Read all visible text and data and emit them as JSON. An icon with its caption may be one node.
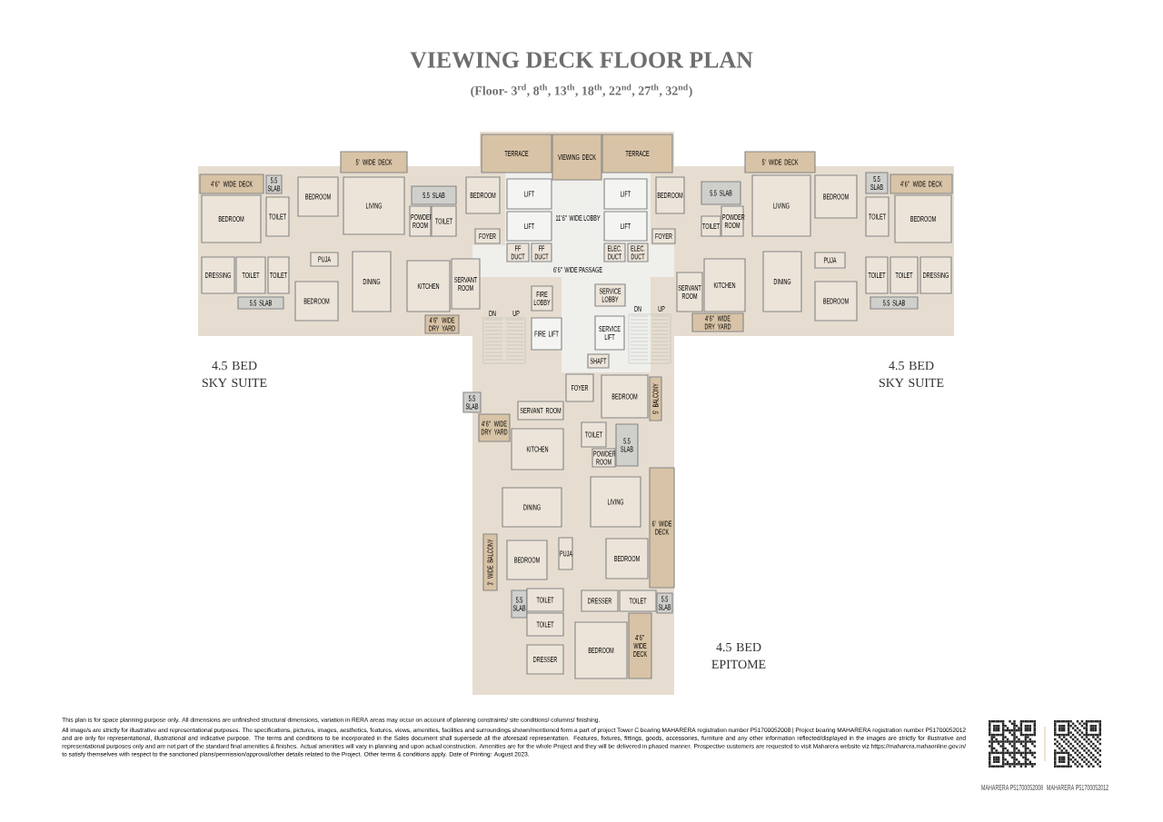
{
  "diagram": {
    "title": "VIEWING DECK FLOOR PLAN",
    "nodes": [
      {
        "text": [
          "4'6\" WIDE DECK"
        ]
      },
      {
        "text": [
          "BEDROOM"
        ]
      },
      {
        "text": [
          "5.5 SLAB"
        ]
      },
      {
        "text": [
          "TOILET"
        ]
      },
      {
        "text": [
          "BEDROOM"
        ]
      },
      {
        "text": [
          "5' WIDE DECK"
        ]
      },
      {
        "text": [
          "LIVING"
        ]
      },
      {
        "text": [
          "5.5 SLAB"
        ]
      },
      {
        "text": [
          "POWDER ROOM"
        ]
      },
      {
        "text": [
          "TOILET"
        ]
      },
      {
        "text": [
          "BEDROOM"
        ]
      },
      {
        "text": [
          "FOYER"
        ]
      },
      {
        "text": [
          "DRESSING"
        ]
      },
      {
        "text": [
          "TOILET"
        ]
      },
      {
        "text": [
          "TOILET"
        ]
      },
      {
        "text": [
          "5.5 SLAB"
        ]
      },
      {
        "text": [
          "PUJA"
        ]
      },
      {
        "text": [
          "BEDROOM"
        ]
      },
      {
        "text": [
          "DINING"
        ]
      },
      {
        "text": [
          "KITCHEN"
        ]
      },
      {
        "text": [
          "SERVANT ROOM"
        ]
      },
      {
        "text": [
          "4'6\" WIDE DRY YARD"
        ]
      },
      {
        "text": [
          "TERRACE"
        ]
      },
      {
        "text": [
          "VIEWING DECK"
        ]
      },
      {
        "text": [
          "TERRACE"
        ]
      },
      {
        "text": [
          "LIFT"
        ]
      },
      {
        "text": [
          "LIFT"
        ]
      },
      {
        "text": [
          "LIFT"
        ]
      },
      {
        "text": [
          "LIFT"
        ]
      },
      {
        "text": [
          "FF DUCT"
        ]
      },
      {
        "text": [
          "FF DUCT"
        ]
      },
      {
        "text": [
          "ELEC. DUCT"
        ]
      },
      {
        "text": [
          "ELEC. DUCT"
        ]
      },
      {
        "text": [
          "FIRE LOBBY"
        ]
      },
      {
        "text": [
          "SERVICE LOBBY"
        ]
      },
      {
        "text": [
          "FIRE LIFT"
        ]
      },
      {
        "text": [
          "SERVICE LIFT"
        ]
      },
      {
        "text": [
          "SHAFT"
        ]
      },
      {
        "text": [
          "5' WIDE DECK"
        ]
      },
      {
        "text": [
          "BEDROOM"
        ]
      },
      {
        "text": [
          "FOYER"
        ]
      },
      {
        "text": [
          "5.5 SLAB"
        ]
      },
      {
        "text": [
          "POWDER ROOM"
        ]
      },
      {
        "text": [
          "TOILET"
        ]
      },
      {
        "text": [
          "LIVING"
        ]
      },
      {
        "text": [
          "BEDROOM"
        ]
      },
      {
        "text": [
          "5.5 SLAB"
        ]
      },
      {
        "text": [
          "TOILET"
        ]
      },
      {
        "text": [
          "4'6\" WIDE DECK"
        ]
      },
      {
        "text": [
          "BEDROOM"
        ]
      },
      {
        "text": [
          "SERVANT ROOM"
        ]
      },
      {
        "text": [
          "KITCHEN"
        ]
      },
      {
        "text": [
          "DINING"
        ]
      },
      {
        "text": [
          "PUJA"
        ]
      },
      {
        "text": [
          "BEDROOM"
        ]
      },
      {
        "text": [
          "TOILET"
        ]
      },
      {
        "text": [
          "TOILET"
        ]
      },
      {
        "text": [
          "DRESSING"
        ]
      },
      {
        "text": [
          "4'6\" WIDE DRY YARD"
        ]
      },
      {
        "text": [
          "5.5 SLAB"
        ]
      },
      {
        "text": [
          "FOYER"
        ]
      },
      {
        "text": [
          "BEDROOM"
        ]
      },
      {
        "text": [
          "5' BALCONY"
        ]
      },
      {
        "text": [
          "5.5 SLAB"
        ]
      },
      {
        "text": [
          "SERVANT ROOM"
        ]
      },
      {
        "text": [
          "4'6\" WIDE DRY YARD"
        ]
      },
      {
        "text": [
          "KITCHEN"
        ]
      },
      {
        "text": [
          "TOILET"
        ]
      },
      {
        "text": [
          "POWDER ROOM"
        ]
      },
      {
        "text": [
          "5.5 SLAB"
        ]
      },
      {
        "text": [
          "DINING"
        ]
      },
      {
        "text": [
          "LIVING"
        ]
      },
      {
        "text": [
          "6' WIDE DECK"
        ]
      },
      {
        "text": [
          "3' WIDE BALCONY"
        ]
      },
      {
        "text": [
          "BEDROOM"
        ]
      },
      {
        "text": [
          "PUJA"
        ]
      },
      {
        "text": [
          "BEDROOM"
        ]
      },
      {
        "text": [
          "5.5 SLAB"
        ]
      },
      {
        "text": [
          "TOILET"
        ]
      },
      {
        "text": [
          "DRESSER"
        ]
      },
      {
        "text": [
          "TOILET"
        ]
      },
      {
        "text": [
          "5.5 SLAB"
        ]
      },
      {
        "text": [
          "TOILET"
        ]
      },
      {
        "text": [
          "DRESSER"
        ]
      },
      {
        "text": [
          "BEDROOM"
        ]
      },
      {
        "text": [
          "4'6\" WIDE DECK"
        ]
      }
    ],
    "labels": [
      "(Floor- 3$^{rd}$, 8$^{th}$, 13$^{th}$, 18$^{th}$, 22$^{nd}$, 27$^{th}$, 32$^{nd}$)",
      "11'6\" WIDE LOBBY",
      "6'6\" WIDE PASSAGE",
      "DN",
      "UP",
      "DN",
      "UP",
      "4.5 BED SKY SUITE",
      "4.5 BED SKY SUITE",
      "4.5 BED EPITOME",
      "This plan is for space planning purpose only. All dimensions are unfinished structural dimensions, variation in RERA areas may occur on account of planning constraints/ site conditions/ columns/ finishing.",
      "All image/s are strictly for illustrative and representational purposes. The specifications, pictures, images, aesthetics, features, views, amenities, facilities and surroundings shown/mentioned form a part of project Tower C bearing MAHARERA registration number P51700052008 | Project bearing MAHARERA registration number P51700052012 and are only for representational, illustrational and indicative purpose. The terms and conditions to be incorporated in the Sales document shall supersede all the aforesaid representation. Features, fixtures, fittings, goods, accessories, furniture and any other information reflected/displayed in the images are strictly for illustrative and representational purposes only and are not part of the standard final amenities & finishes. Actual amenities will vary in planning and upon actual construction. Amenities are for the whole Project and they will be delivered in phased manner. Prospective customers are requested to visit Maharera website viz https://maharera.mahaonline.gov.in/ to satisfy themselves with respect to the sanctioned plans/permission/approval/other details related to the Project. Other terms & conditions apply. Date of Printing: August 2023.",
      "MAHARERA P51700052008",
      "MAHARERA P51700052012"
    ]
  }
}
